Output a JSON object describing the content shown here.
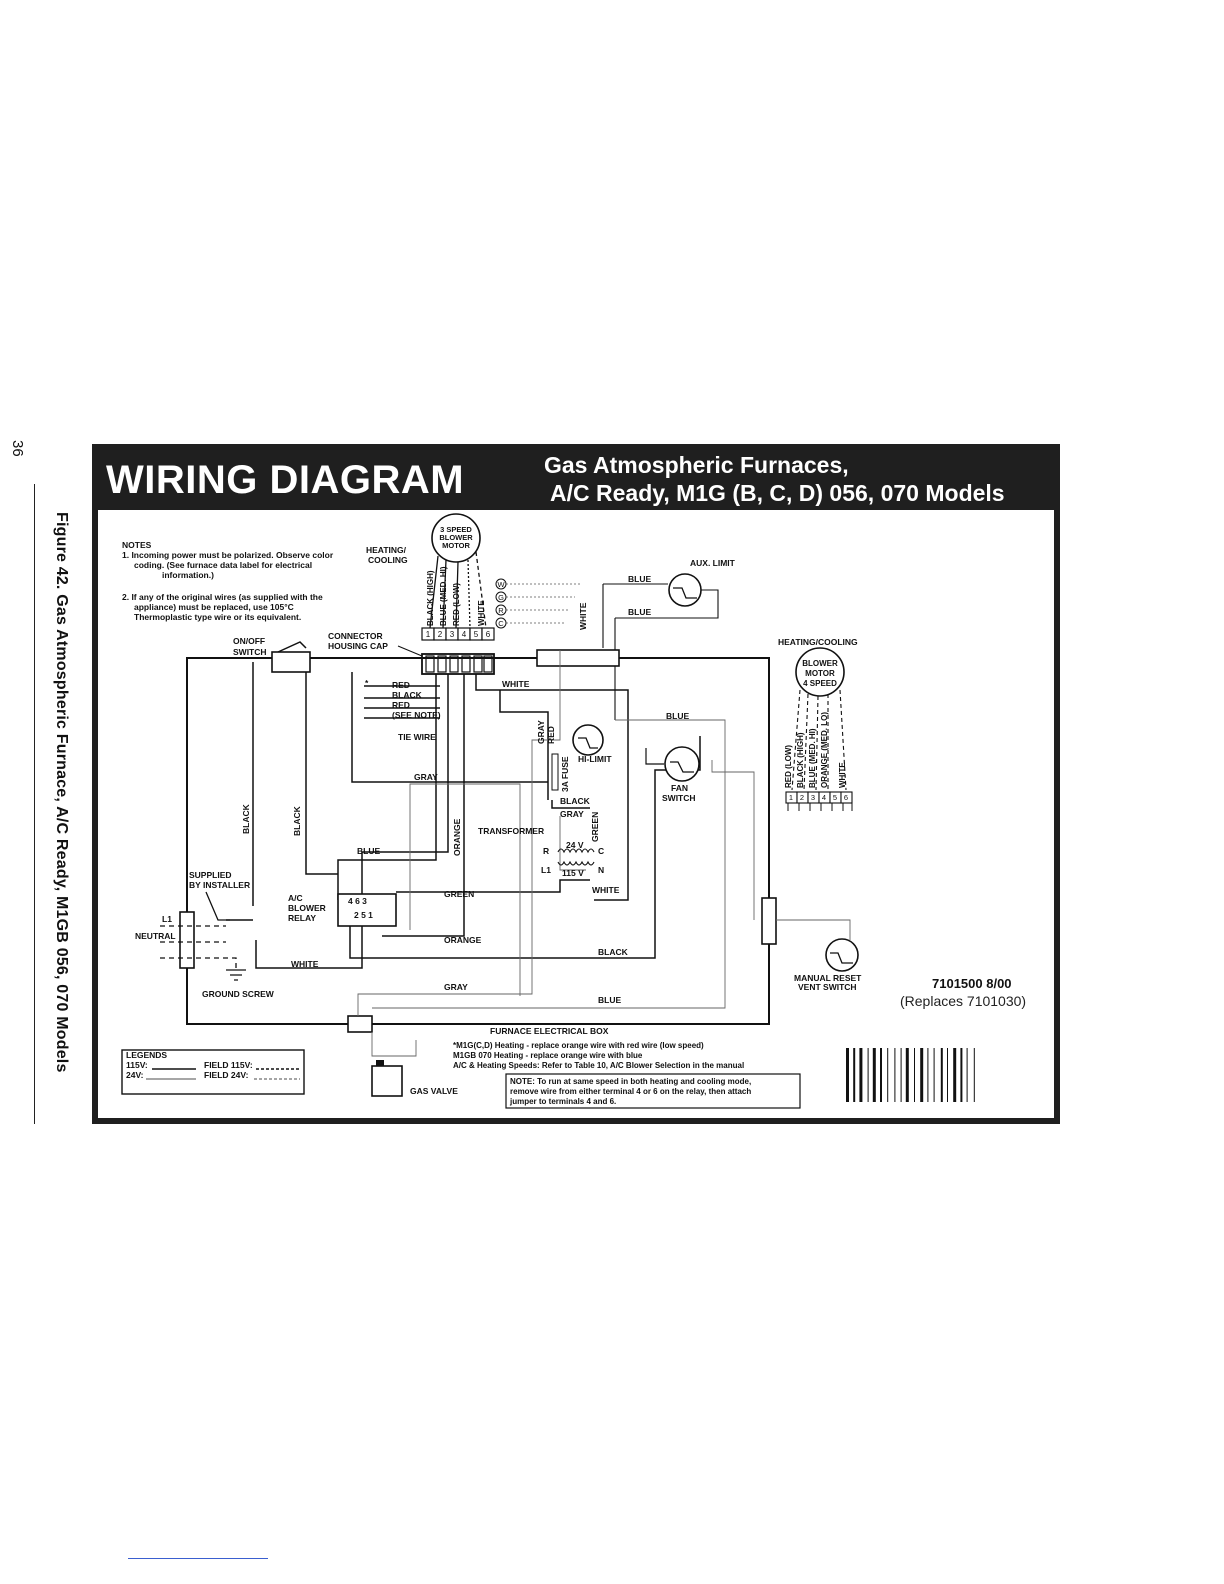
{
  "page": {
    "number": "36",
    "figure_caption": "Figure 42. Gas Atmospheric Furnace, A/C Ready, M1GB 056, 070 Models"
  },
  "header": {
    "title": "WIRING DIAGRAM",
    "subtitle_line1": "Gas Atmospheric Furnaces,",
    "subtitle_line2": "A/C Ready,    M1G (B, C, D) 056, 070 Models"
  },
  "notes": {
    "heading": "NOTES",
    "n1a": "1. Incoming power must be polarized. Observe color",
    "n1b": "coding. (See furnace data label for electrical",
    "n1c": "information.)",
    "n2a": "2. If any of the original wires (as supplied with the",
    "n2b": "appliance) must be replaced, use 105°C",
    "n2c": "Thermoplastic type wire or its equivalent."
  },
  "labels": {
    "heating_cooling": "HEATING/",
    "cooling": "COOLING",
    "blower3_a": "3 SPEED",
    "blower3_b": "BLOWER",
    "blower3_c": "MOTOR",
    "aux_limit": "AUX. LIMIT",
    "blue": "BLUE",
    "heating_cooling_right": "HEATING/COOLING",
    "blower4_a": "BLOWER",
    "blower4_b": "MOTOR",
    "blower4_c": "4 SPEED",
    "on_off": "ON/OFF",
    "switch": "SWITCH",
    "connector": "CONNECTOR",
    "housing_cap": "HOUSING CAP",
    "white": "WHITE",
    "red": "RED",
    "black": "BLACK",
    "see_note": "(SEE NOTE)",
    "star": "*",
    "tie_wire": "TIE WIRE",
    "gray": "GRAY",
    "hi_limit": "HI-LIMIT",
    "fuse": "3A FUSE",
    "fan": "FAN",
    "fan_switch": "SWITCH",
    "transformer": "TRANSFORMER",
    "orange": "ORANGE",
    "green": "GREEN",
    "r": "R",
    "c": "C",
    "l1": "L1",
    "n": "N",
    "v24": "24 V",
    "v115": "115 V",
    "supplied": "SUPPLIED",
    "by_installer": "BY INSTALLER",
    "ac": "A/C",
    "blower": "BLOWER",
    "relay": "RELAY",
    "neutral": "NEUTRAL",
    "ground_screw": "GROUND SCREW",
    "manual_reset": "MANUAL RESET",
    "vent_switch": "VENT SWITCH",
    "furnace_box": "FURNACE ELECTRICAL BOX",
    "gas_valve": "GAS VALVE",
    "w": "W",
    "g": "G",
    "rr": "R",
    "cc": "C",
    "relay_t1": "4   6  3",
    "relay_t2": "2   5  1",
    "motor_wires": [
      "BLACK (HIGH)",
      "BLUE (MED. HI)",
      "RED (LOW)",
      "WHITE"
    ],
    "motor4_wires": [
      "RED (LOW)",
      "BLACK (HIGH)",
      "BLUE (MED. HI)",
      "ORANGE (MED. LO)",
      "WHITE"
    ],
    "plug_numbers": [
      "1",
      "2",
      "3",
      "4",
      "5",
      "6"
    ]
  },
  "legend": {
    "heading": "LEGENDS",
    "v115": "115V:",
    "v24": "24V:",
    "field115": "FIELD 115V:",
    "field24": "FIELD 24V:"
  },
  "footnotes": {
    "f1": "*M1G(C,D) Heating - replace orange wire with red wire (low speed)",
    "f2": "M1GB 070 Heating - replace orange wire with blue",
    "f3": "A/C & Heating Speeds:  Refer to Table 10, A/C Blower Selection in the manual",
    "note1": "NOTE: To run at same speed in both heating and cooling mode,",
    "note2": "remove wire from either terminal 4 or 6 on the relay, then attach",
    "note3": "jumper to terminals 4 and 6."
  },
  "part": {
    "number": "7101500   8/00",
    "replaces": "(Replaces 7101030)"
  }
}
